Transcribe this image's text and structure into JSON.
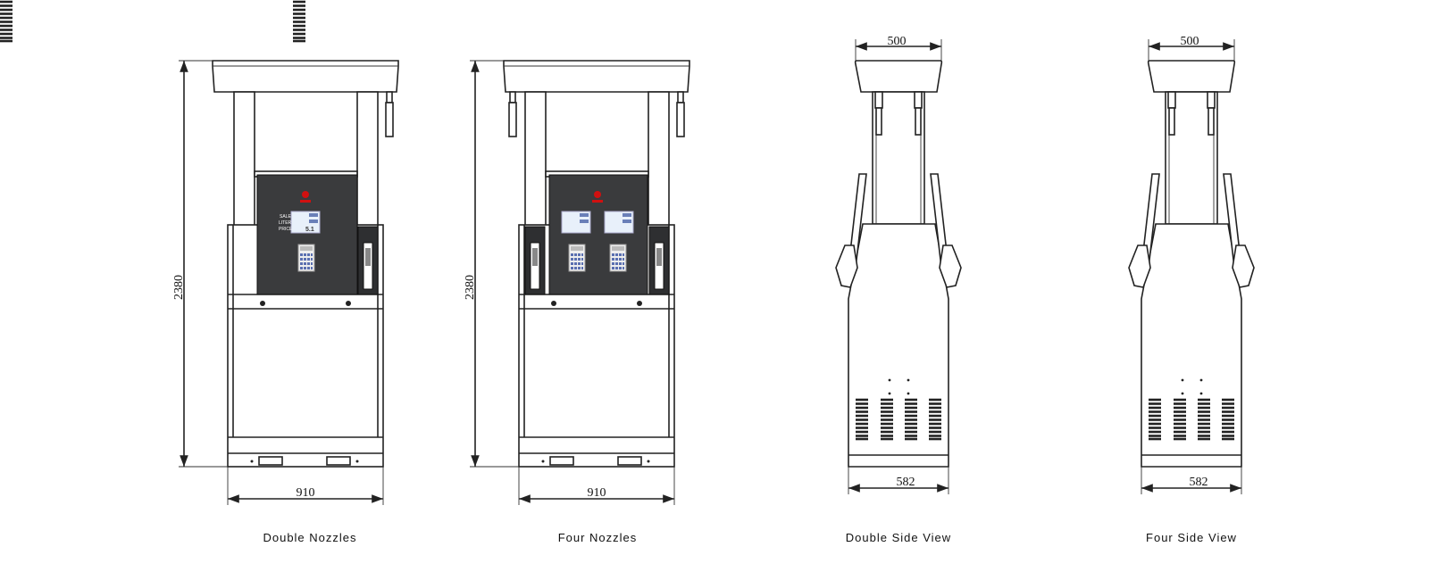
{
  "views": [
    {
      "caption": "Double  Nozzles",
      "width_dim": "910",
      "height_dim": "2380"
    },
    {
      "caption": "Four Nozzles",
      "width_dim": "910",
      "height_dim": "2380"
    },
    {
      "caption": "Double Side View",
      "top_dim": "500",
      "width_dim": "582"
    },
    {
      "caption": "Four Side View",
      "top_dim": "500",
      "width_dim": "582"
    }
  ],
  "display": {
    "labels": [
      "SALE",
      "LITER",
      "PRICE"
    ],
    "price_value": "5.1"
  },
  "colors": {
    "panel": "#3a3b3d",
    "line": "#222222",
    "screen": "#e8f0fa",
    "indicator": "#d01010"
  }
}
